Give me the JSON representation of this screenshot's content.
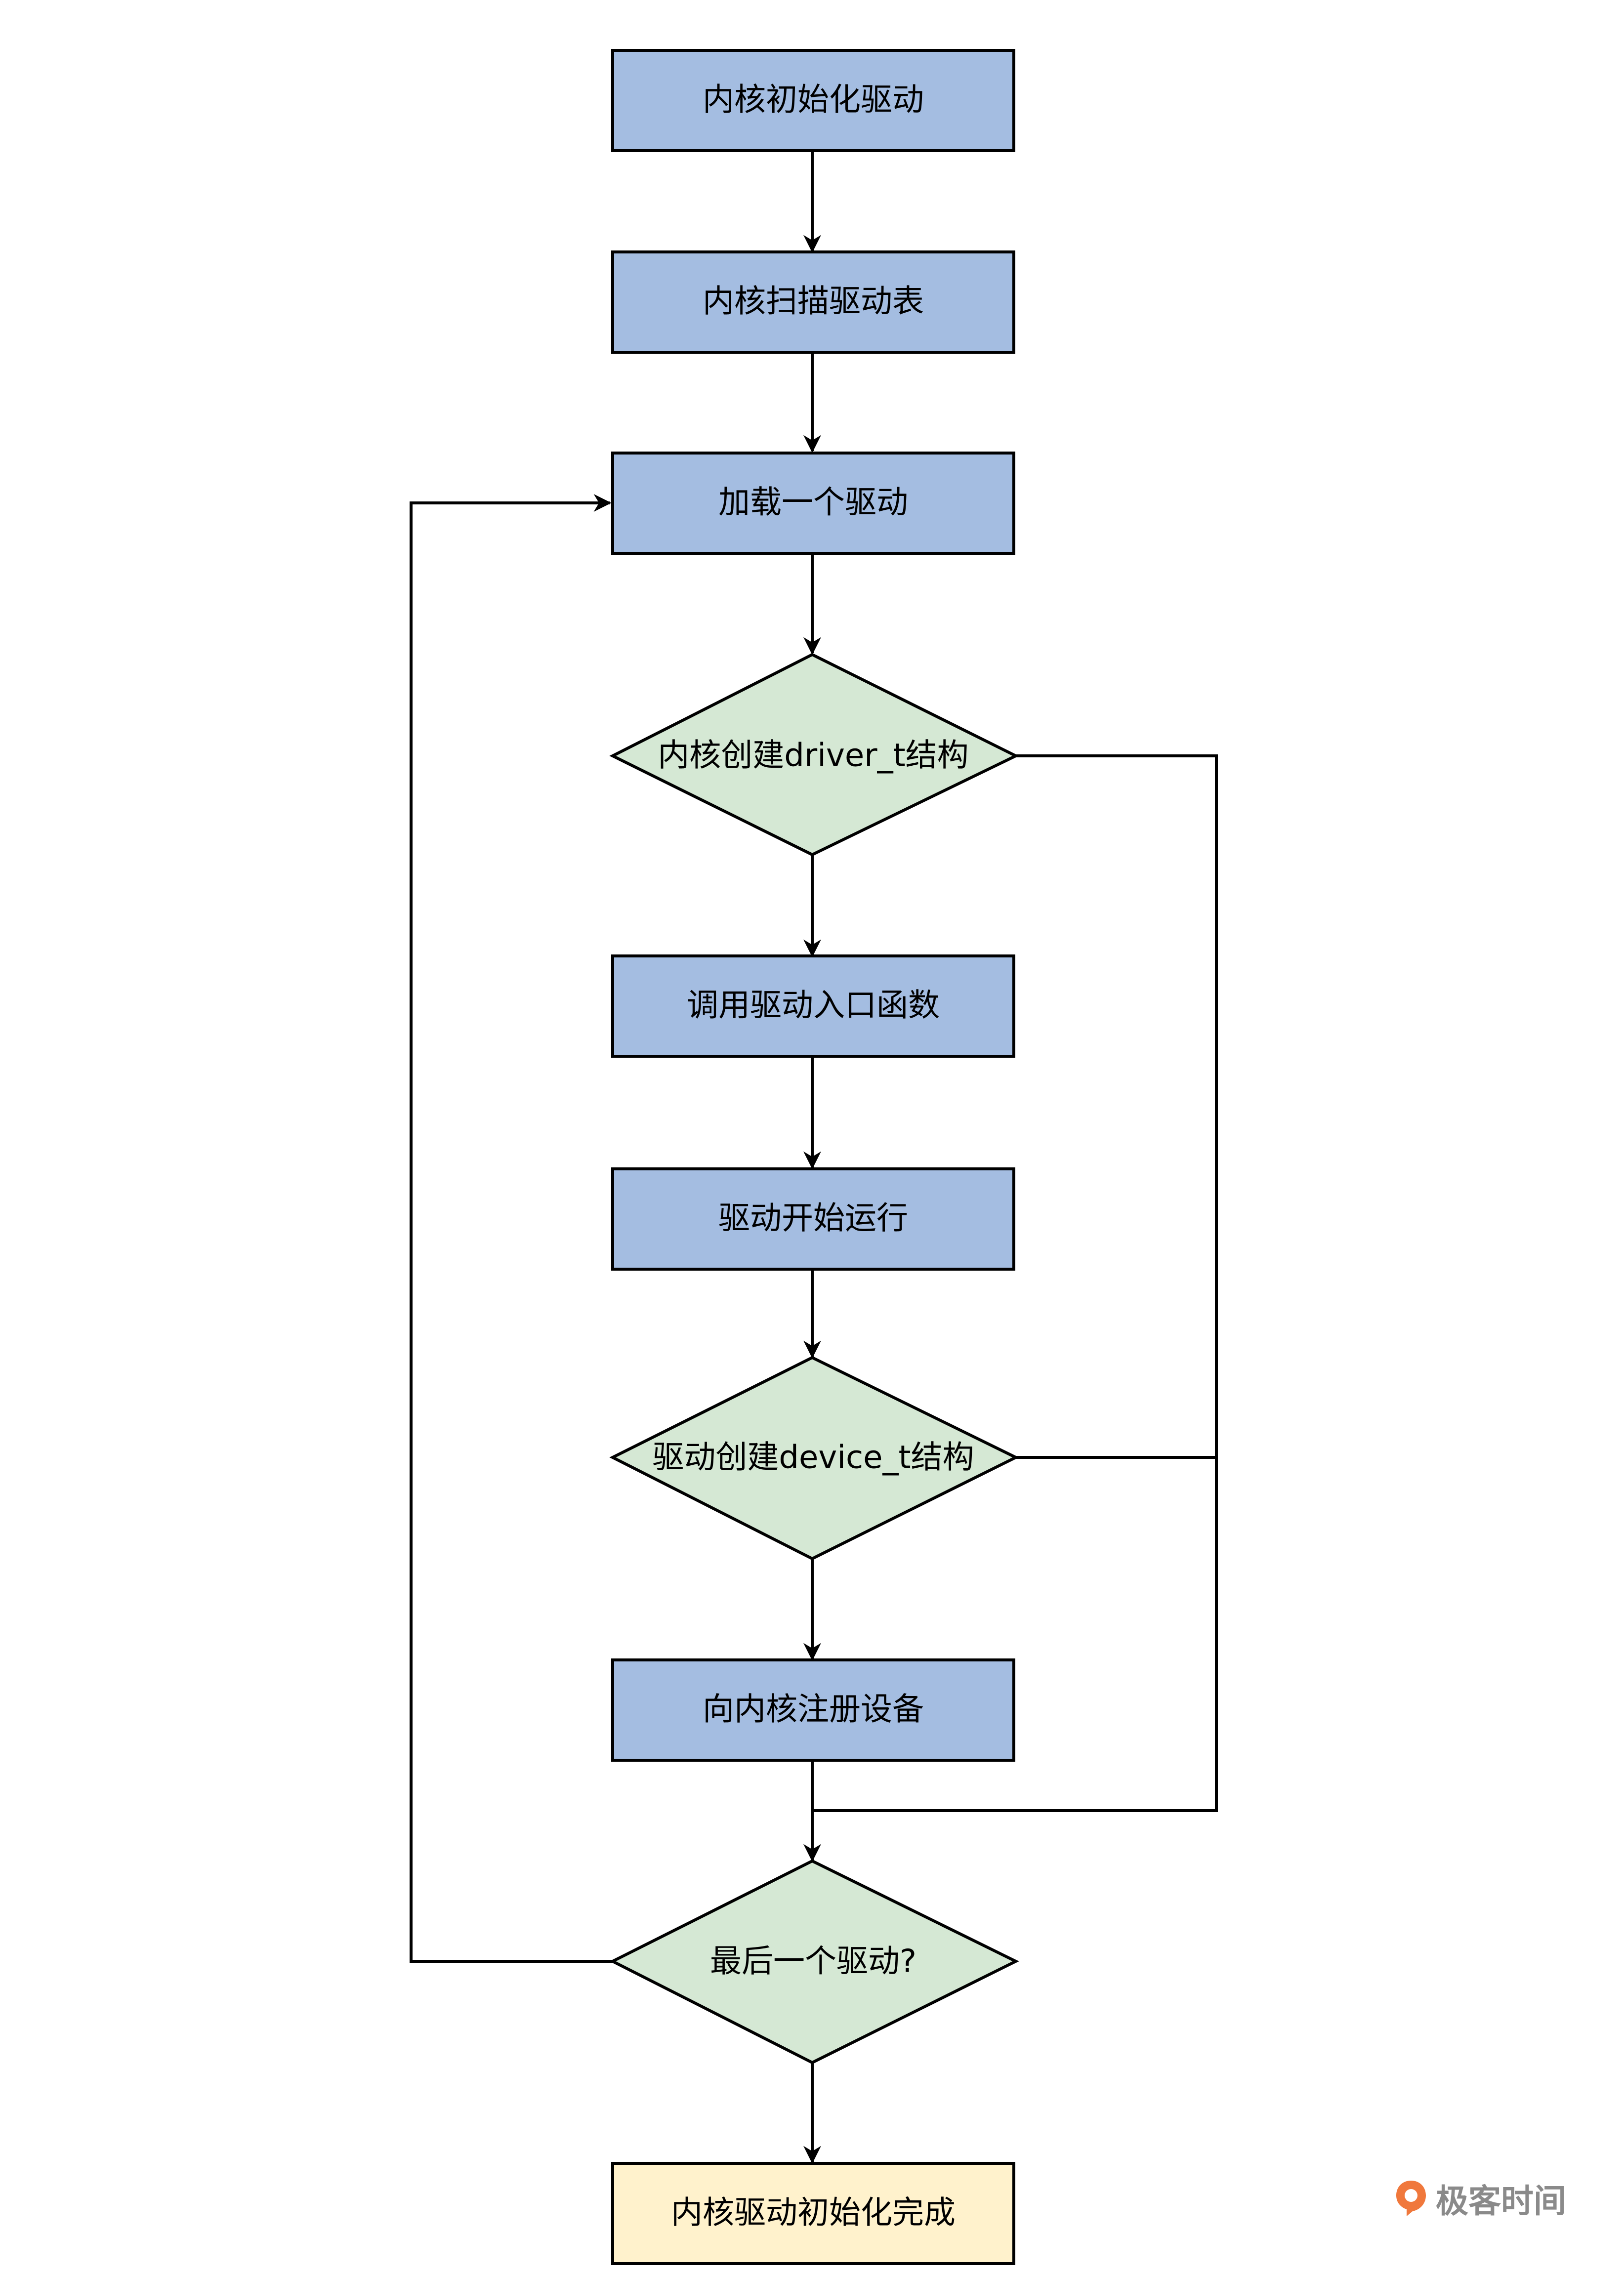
{
  "diagram": {
    "nodes": {
      "init_drivers": {
        "label": "内核初始化驱动",
        "color": "#a4bde1"
      },
      "scan_table": {
        "label": "内核扫描驱动表",
        "color": "#a4bde1"
      },
      "load_driver": {
        "label": "加载一个驱动",
        "color": "#a4bde1"
      },
      "create_driver_t": {
        "label": "内核创建driver_t结构",
        "color": "#d5e8d4"
      },
      "call_entry": {
        "label": "调用驱动入口函数",
        "color": "#a4bde1"
      },
      "driver_running": {
        "label": "驱动开始运行",
        "color": "#a4bde1"
      },
      "create_device_t": {
        "label": "驱动创建device_t结构",
        "color": "#d5e8d4"
      },
      "register_device": {
        "label": "向内核注册设备",
        "color": "#a4bde1"
      },
      "last_driver": {
        "label": "最后一个驱动?",
        "color": "#d5e8d4"
      },
      "done": {
        "label": "内核驱动初始化完成",
        "color": "#fff2cc"
      }
    }
  },
  "watermark": {
    "text": "极客时间",
    "icon": "geektime-logo-icon",
    "color": "#f0783c"
  }
}
